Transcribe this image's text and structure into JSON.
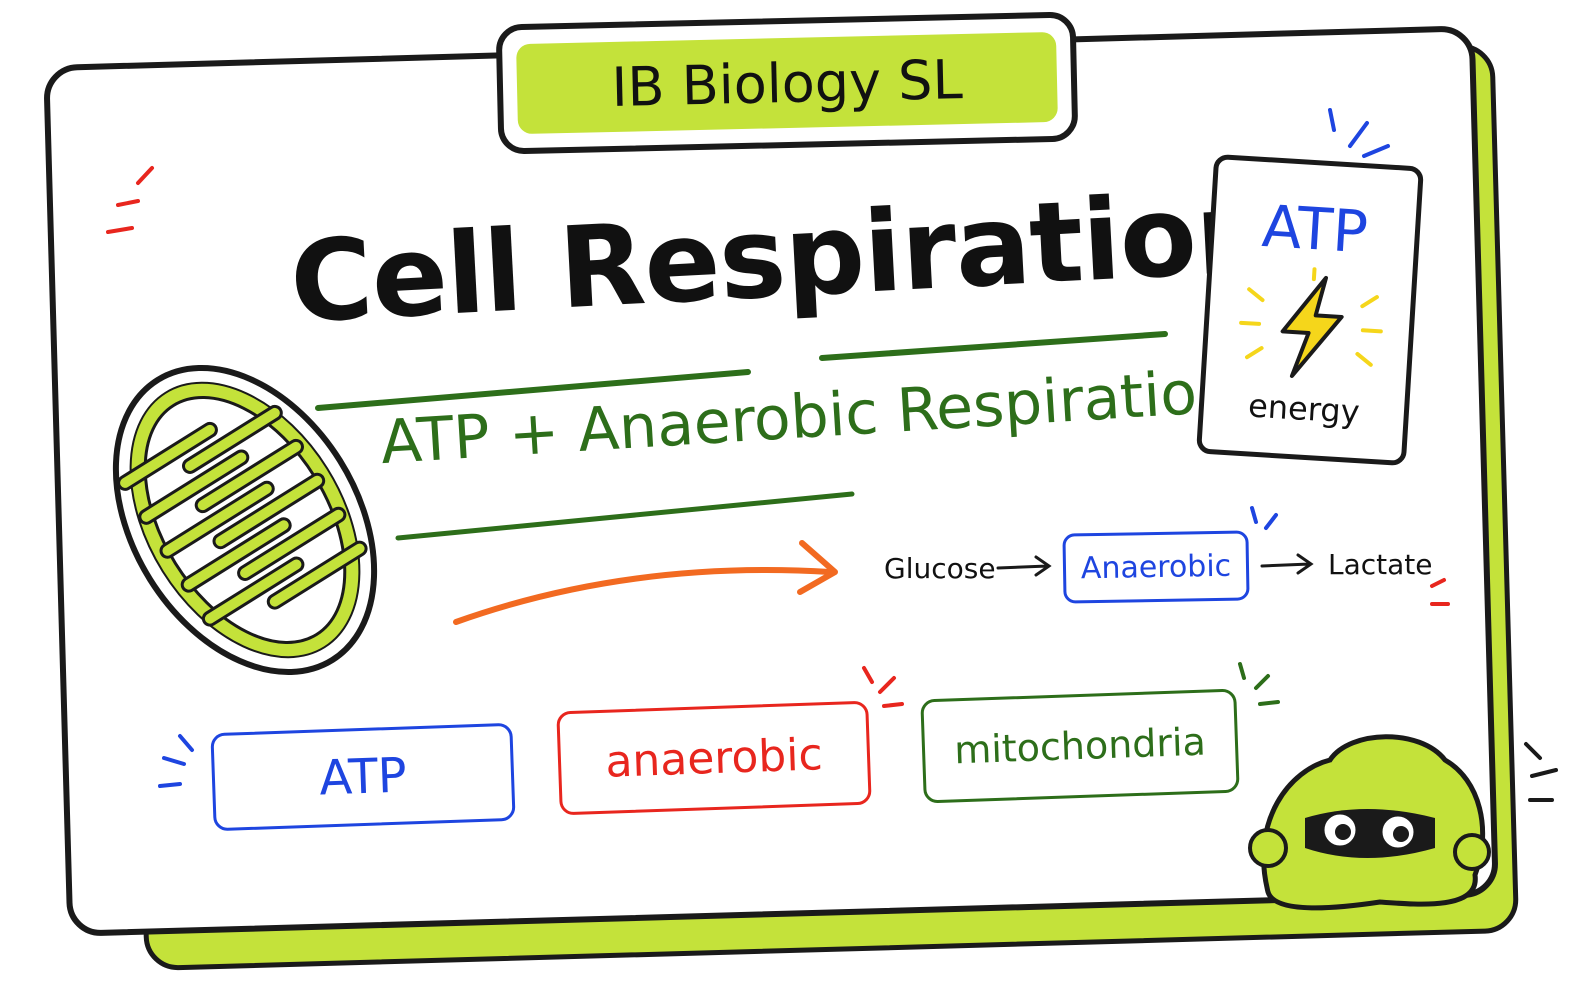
{
  "course": "IB Biology SL",
  "title": "Cell Respiration",
  "subtitle": "ATP + Anaerobic Respiration",
  "atp_card": {
    "label": "ATP",
    "caption": "energy",
    "icon": "lightning-bolt-icon"
  },
  "pathway": {
    "start": "Glucose",
    "process": "Anaerobic",
    "end": "Lactate"
  },
  "keywords": [
    {
      "label": "ATP",
      "color": "#1e45e0"
    },
    {
      "label": "anaerobic",
      "color": "#e8261e"
    },
    {
      "label": "mitochondria",
      "color": "#2d6e1a"
    }
  ],
  "illustrations": {
    "organelle": "mitochondrion-icon",
    "mascot": "green-blob-mascot"
  },
  "colors": {
    "accent": "#c4e23a",
    "green": "#2d6e1a",
    "blue": "#1e45e0",
    "red": "#e8261e",
    "orange": "#f26a21",
    "yellow": "#f5d61b"
  }
}
